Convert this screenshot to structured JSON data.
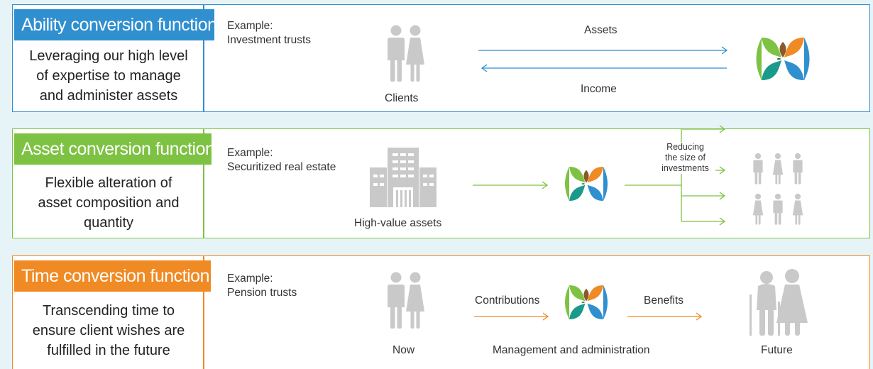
{
  "colors": {
    "blue": "#2f8fcf",
    "green": "#7dc242",
    "orange": "#f08a24",
    "gray": "#c9c9c9",
    "background": "#e7f4f7"
  },
  "ability": {
    "title": "Ability conversion function",
    "description": [
      "Leveraging our high level",
      "of expertise to manage",
      "and administer assets"
    ],
    "example_label": "Example:",
    "example": "Investment trusts",
    "clients_label": "Clients",
    "assets_label": "Assets",
    "income_label": "Income"
  },
  "asset": {
    "title": "Asset conversion function",
    "description": [
      "Flexible alteration of",
      "asset composition and",
      "quantity"
    ],
    "example_label": "Example:",
    "example": "Securitized real estate",
    "high_value_label": "High-value assets",
    "reducing_label": [
      "Reducing",
      "the size of",
      "investments"
    ]
  },
  "time": {
    "title": "Time conversion function",
    "description": [
      "Transcending time to",
      "ensure client wishes are",
      "fulfilled in the future"
    ],
    "example_label": "Example:",
    "example": "Pension trusts",
    "now_label": "Now",
    "contributions_label": "Contributions",
    "benefits_label": "Benefits",
    "management_label": "Management and administration",
    "future_label": "Future"
  }
}
